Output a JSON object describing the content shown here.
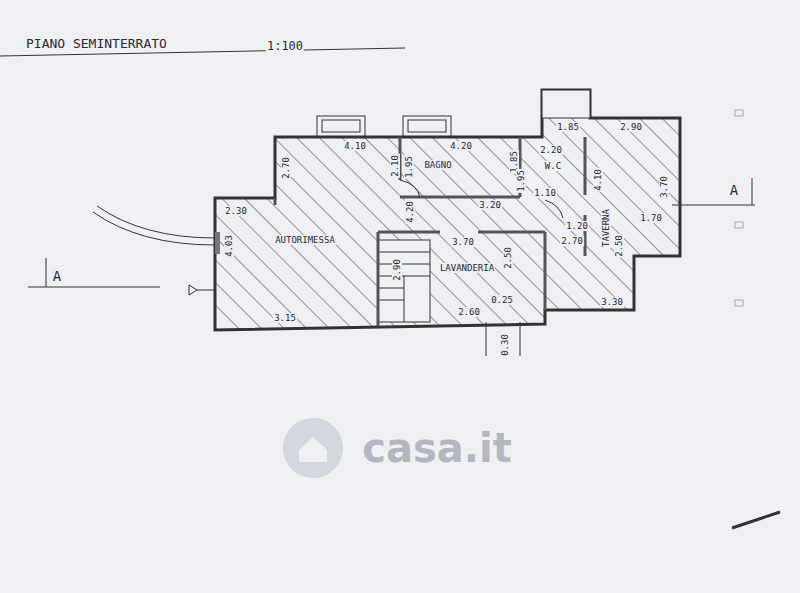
{
  "diagram": {
    "title": "PIANO SEMINTERRATO",
    "labels": [
      "1:100",
      "A",
      "A",
      "4.10",
      "2.70",
      "2.10",
      "1.95",
      "BAGNO",
      "4.20",
      "1.85",
      "1.85",
      "2.20",
      "W.C",
      "2.90",
      "4.10",
      "3.70",
      "1.95",
      "1.10",
      "2.30",
      "4.20",
      "3.20",
      "TAVERNA",
      "1.70",
      "1.20",
      "2.70",
      "AUTORIMESSA",
      "4.03",
      "3.70",
      "2.50",
      "2.50",
      "LAVANDERIA",
      "2.90",
      "3.30",
      "0.25",
      "2.60",
      "0.30",
      "3.15",
      "casa.it"
    ]
  }
}
